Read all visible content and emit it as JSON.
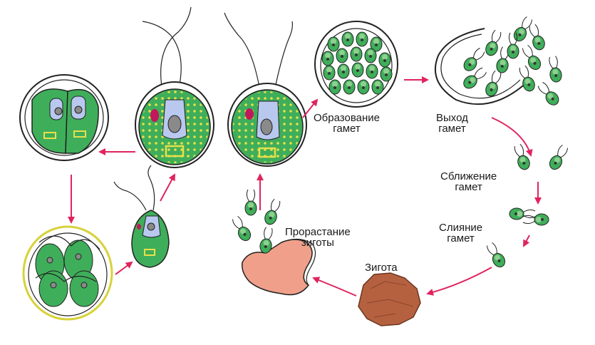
{
  "labels": {
    "gamete_formation": [
      "Образование",
      "гамет"
    ],
    "gamete_release": [
      "Выход",
      "гамет"
    ],
    "gamete_approach": [
      "Сближение",
      "гамет"
    ],
    "gamete_fusion": [
      "Слияние",
      "гамет"
    ],
    "zygote": "Зигота",
    "zygote_germination": [
      "Прорастание",
      "зиготы"
    ]
  },
  "colors": {
    "cell_green": "#3fae5a",
    "cell_light": "#8fd08f",
    "chloroplast_yellow": "#e8e04a",
    "vacuole_blue": "#b9c8ef",
    "eyespot": "#c2185b",
    "arrow_red": "#e0245e",
    "zygote_brown": "#b5613f",
    "germinating_pink": "#f0a08a",
    "outline": "#222222"
  }
}
